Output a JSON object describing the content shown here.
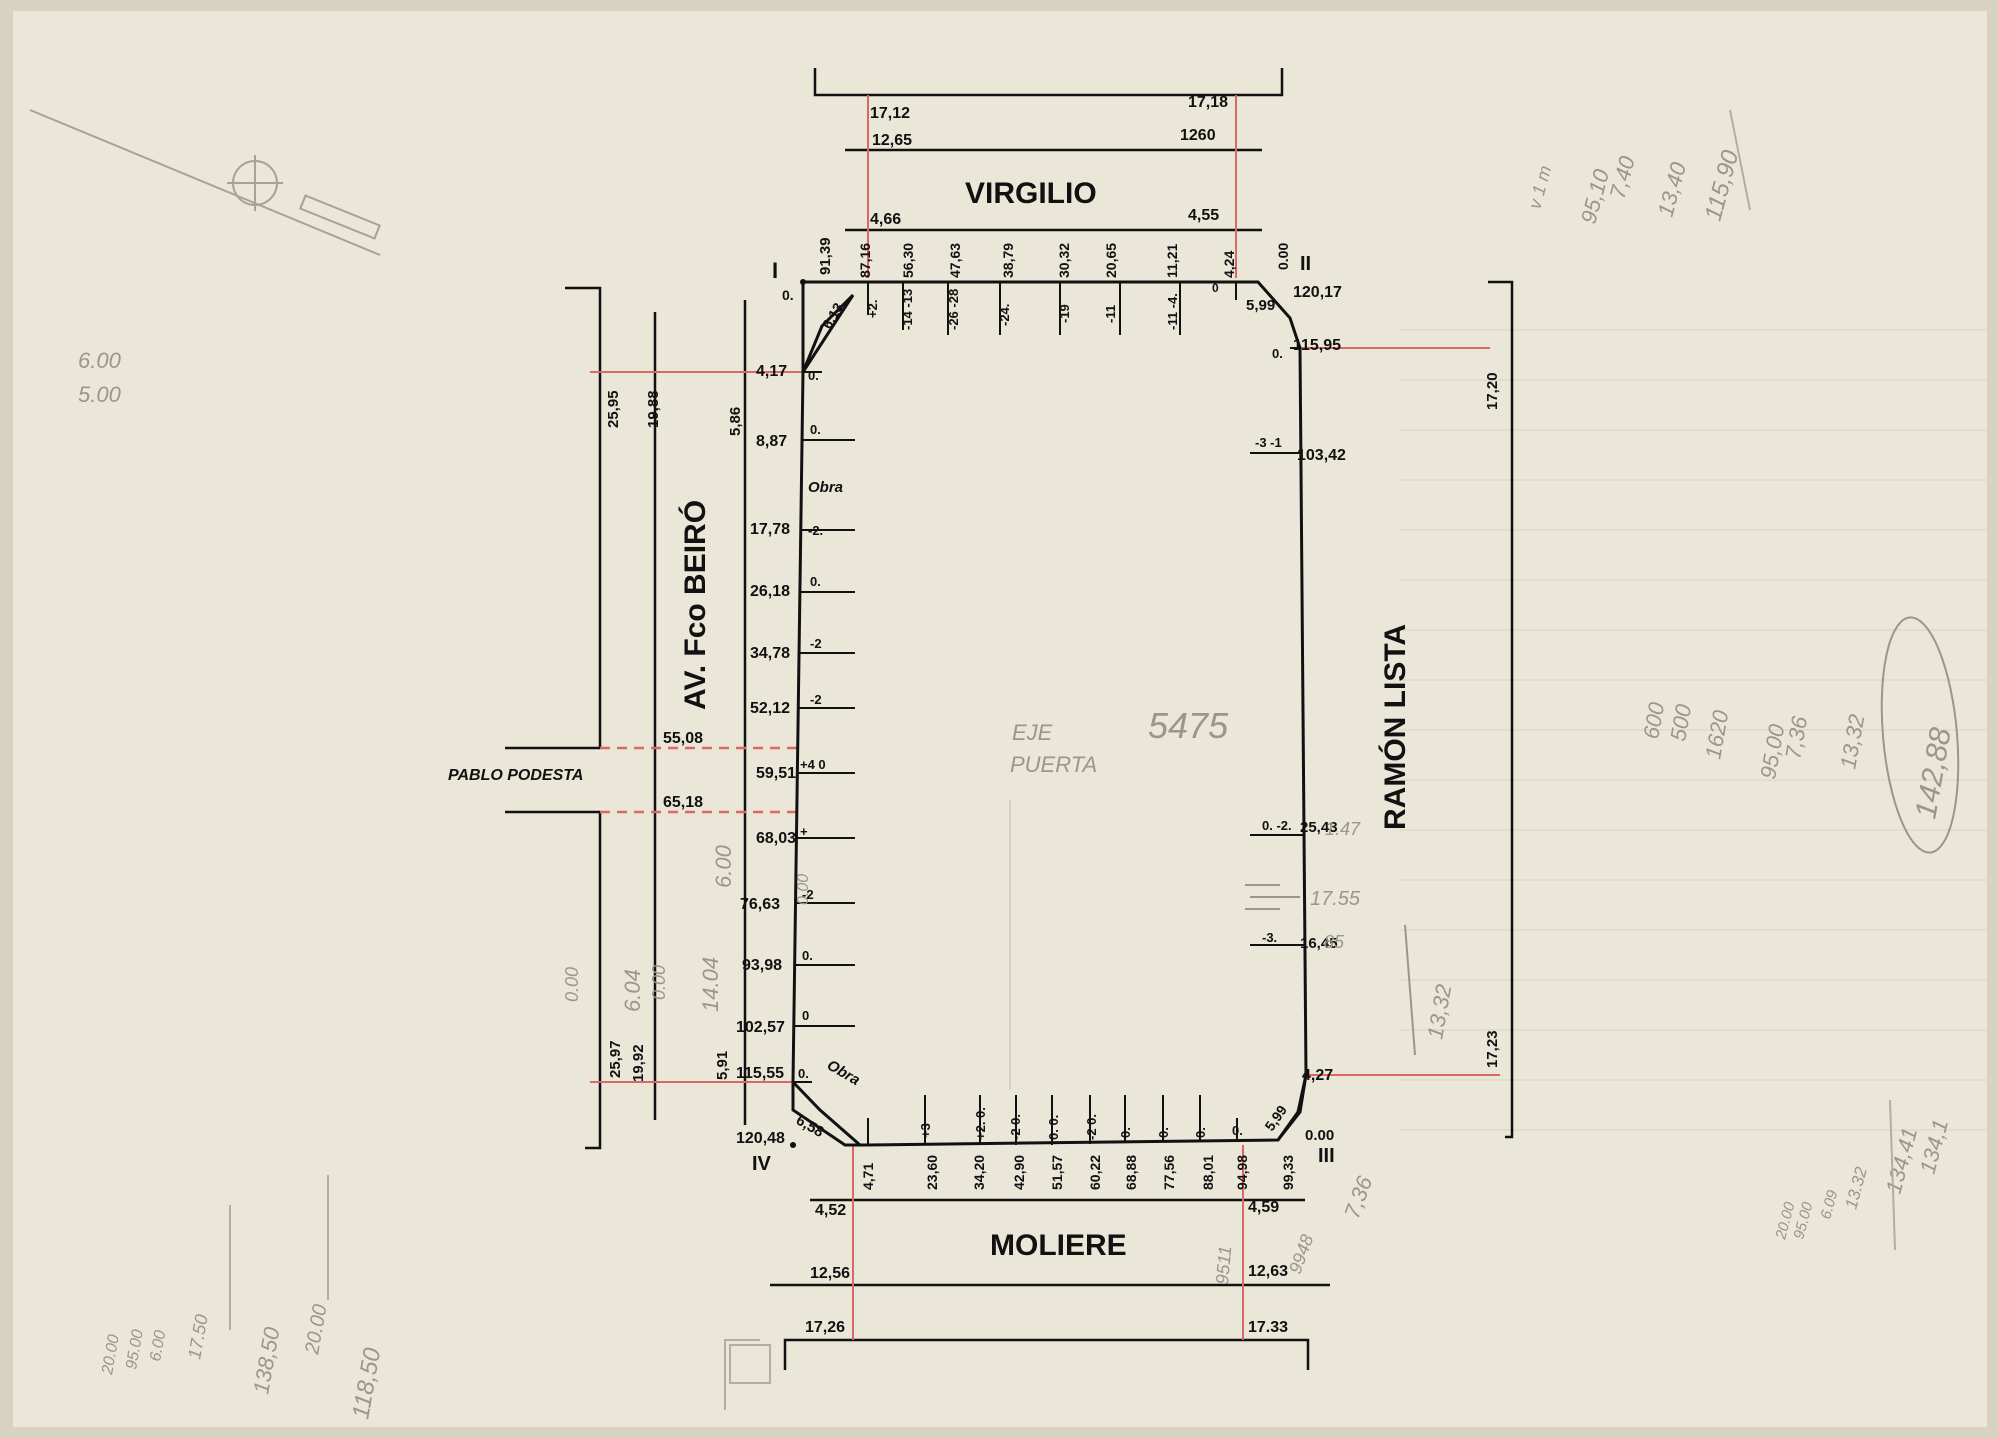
{
  "streets": {
    "north": "VIRGILIO",
    "south": "MOLIERE",
    "west": "AV. Fco BEIRÓ",
    "east": "RAMÓN LISTA",
    "side": "PABLO PODESTA"
  },
  "corners": {
    "c1": "I",
    "c2": "II",
    "c3": "III",
    "c4": "IV"
  },
  "inner_notes": {
    "eje": "EJE",
    "puerta": "PUERTA",
    "num": "5475",
    "obra1": "Obra",
    "obra2": "Obra"
  },
  "north_street": {
    "top_left": "17,12",
    "top_right": "17,18",
    "mid_left": "12,65",
    "mid_right": "1260",
    "low_left": "4,66",
    "low_right": "4,55"
  },
  "north_edge": {
    "corner_left": "91,39",
    "corner_left_zero": "0.",
    "corner_right": "0.00",
    "corner_right_val": "120,17",
    "chamfer_left": "6,13",
    "chamfer_right": "5,99",
    "ticks": [
      {
        "dist": "87,16",
        "lvl": "+2."
      },
      {
        "dist": "56,30",
        "lvl": "-14  -13"
      },
      {
        "dist": "47,63",
        "lvl": "-26  -28"
      },
      {
        "dist": "38,79",
        "lvl": "-24."
      },
      {
        "dist": "30,32",
        "lvl": "-19"
      },
      {
        "dist": "20,65",
        "lvl": "-11"
      },
      {
        "dist": "11,21",
        "lvl": "-11  -4."
      },
      {
        "dist": "4,24",
        "lvl": "0"
      }
    ]
  },
  "west_edge": {
    "ticks": [
      {
        "dist": "4,17",
        "lvl": "0."
      },
      {
        "dist": "8,87",
        "lvl": "0."
      },
      {
        "dist": "17,78",
        "lvl": "-2."
      },
      {
        "dist": "26,18",
        "lvl": "0."
      },
      {
        "dist": "34,78",
        "lvl": "-2"
      },
      {
        "dist": "52,12",
        "lvl": "-2"
      },
      {
        "dist": "59,51",
        "lvl": "+4  0"
      },
      {
        "dist": "68,03",
        "lvl": "+"
      },
      {
        "dist": "76,63",
        "lvl": "-2"
      },
      {
        "dist": "93,98",
        "lvl": "0."
      },
      {
        "dist": "102,57",
        "lvl": "0"
      },
      {
        "dist": "115,55",
        "lvl": "0."
      }
    ],
    "chamfer": "6,58",
    "corner": "120,48"
  },
  "west_street": {
    "top": [
      "25,95",
      "19,88",
      "5,86"
    ],
    "bottom": [
      "25,97",
      "19,92",
      "5,91"
    ],
    "podesta": [
      "55,08",
      "65,18"
    ]
  },
  "east_edge": {
    "ticks": [
      {
        "dist": "115,95",
        "lvl": "0."
      },
      {
        "dist": "103,42",
        "lvl": "-3  -1"
      },
      {
        "dist": "25,43",
        "lvl": "0.  -2."
      },
      {
        "dist": "16,45",
        "lvl": "-3."
      },
      {
        "dist": "4,27",
        "lvl": ""
      }
    ],
    "chamfer": "5,99",
    "corner": "0.00",
    "street_top": "17,20",
    "street_bottom": "17,23"
  },
  "south_edge": {
    "ticks": [
      {
        "dist": "4,71",
        "lvl": ""
      },
      {
        "dist": "23,60",
        "lvl": "+3"
      },
      {
        "dist": "34,20",
        "lvl": "+2.  0."
      },
      {
        "dist": "42,90",
        "lvl": "-2  0."
      },
      {
        "dist": "51,57",
        "lvl": "0.  0."
      },
      {
        "dist": "60,22",
        "lvl": "-2  0."
      },
      {
        "dist": "68,88",
        "lvl": "0."
      },
      {
        "dist": "77,56",
        "lvl": "0."
      },
      {
        "dist": "88,01",
        "lvl": "0."
      },
      {
        "dist": "94,98",
        "lvl": "0."
      },
      {
        "dist": "99,33",
        "lvl": ""
      }
    ]
  },
  "south_street": {
    "top_left": "4,52",
    "top_right": "4,59",
    "mid_left": "12,56",
    "mid_right": "12,63",
    "low_left": "17,26",
    "low_right": "17.33"
  },
  "pencil_notes": {
    "left": [
      "6.00",
      "5.00"
    ],
    "west_verticals": [
      "0.00",
      "6.04",
      "0.00",
      "14.04",
      "6.00",
      "0.00"
    ],
    "east_mid": [
      "1.47",
      "17.55",
      "85",
      "13,32"
    ],
    "bottom_left": [
      "20.00",
      "95.00",
      "6.00",
      "17.50",
      "138,50",
      "20.00",
      "118,50"
    ],
    "bottom_mid": [
      "9511",
      "9948",
      "7,36"
    ],
    "top_right": [
      "v 1 m",
      "95,10",
      "7,40",
      "13,40",
      "115,90"
    ],
    "right_mid": [
      "600",
      "500",
      "1620",
      "95,00",
      "7,36",
      "13,32"
    ],
    "right_oval": "142,88",
    "bottom_right": [
      "20.00",
      "95.00",
      "6.09",
      "13.32",
      "134,41",
      "134,1"
    ]
  }
}
